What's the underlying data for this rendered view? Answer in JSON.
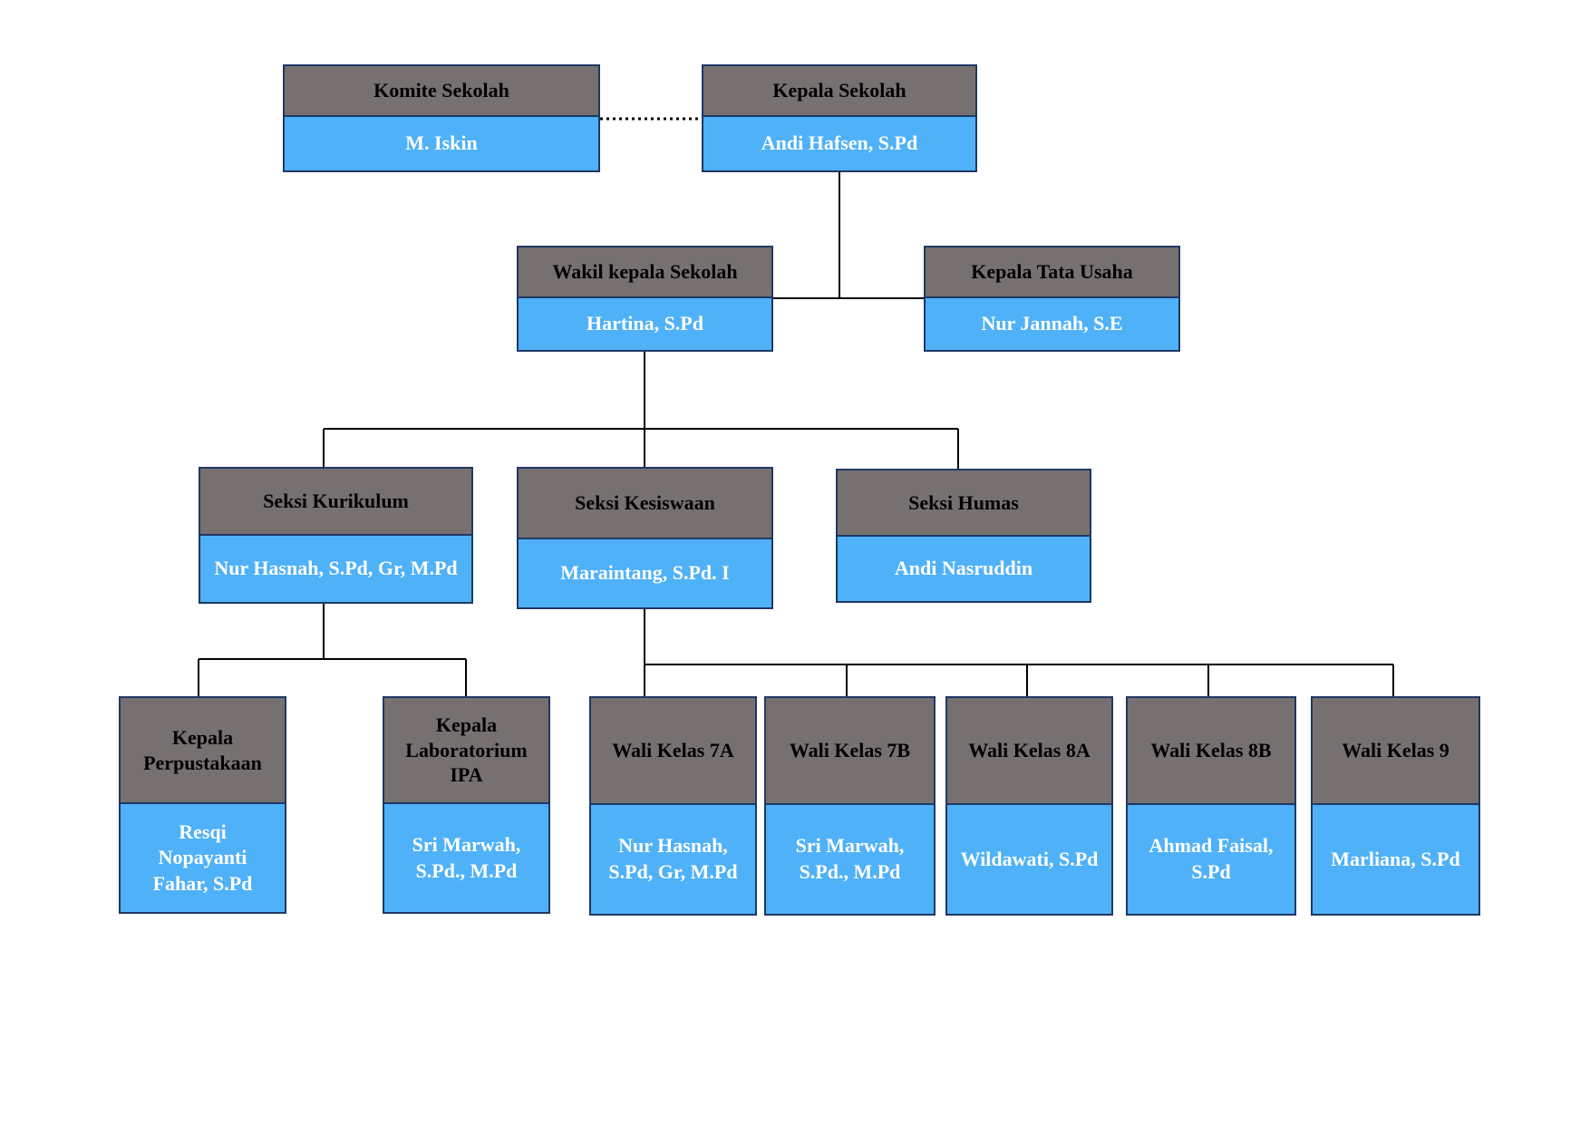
{
  "colors": {
    "header_bg": "#767070",
    "body_bg": "#4FB1F8",
    "border": "#1F3864",
    "line": "#000000"
  },
  "org": {
    "nodes": [
      {
        "id": "komite-sekolah",
        "title": "Komite Sekolah",
        "name": "M. Iskin"
      },
      {
        "id": "kepala-sekolah",
        "title": "Kepala Sekolah",
        "name": "Andi Hafsen, S.Pd"
      },
      {
        "id": "wakil-kepala-sekolah",
        "title": "Wakil kepala Sekolah",
        "name": "Hartina, S.Pd"
      },
      {
        "id": "kepala-tata-usaha",
        "title": "Kepala Tata Usaha",
        "name": "Nur Jannah, S.E"
      },
      {
        "id": "seksi-kurikulum",
        "title": "Seksi Kurikulum",
        "name": "Nur Hasnah, S.Pd, Gr, M.Pd"
      },
      {
        "id": "seksi-kesiswaan",
        "title": "Seksi Kesiswaan",
        "name": "Maraintang, S.Pd. I"
      },
      {
        "id": "seksi-humas",
        "title": "Seksi Humas",
        "name": "Andi Nasruddin"
      },
      {
        "id": "kepala-perpustakaan",
        "title": "Kepala Perpustakaan",
        "name": "Resqi Nopayanti Fahar, S.Pd"
      },
      {
        "id": "kepala-laboratorium-ipa",
        "title": "Kepala Laboratorium IPA",
        "name": "Sri Marwah, S.Pd., M.Pd"
      },
      {
        "id": "wali-kelas-7a",
        "title": "Wali Kelas 7A",
        "name": "Nur Hasnah, S.Pd, Gr, M.Pd"
      },
      {
        "id": "wali-kelas-7b",
        "title": "Wali Kelas 7B",
        "name": "Sri Marwah, S.Pd., M.Pd"
      },
      {
        "id": "wali-kelas-8a",
        "title": "Wali Kelas 8A",
        "name": "Wildawati, S.Pd"
      },
      {
        "id": "wali-kelas-8b",
        "title": "Wali Kelas 8B",
        "name": "Ahmad Faisal, S.Pd"
      },
      {
        "id": "wali-kelas-9",
        "title": "Wali Kelas 9",
        "name": "Marliana, S.Pd"
      }
    ]
  }
}
